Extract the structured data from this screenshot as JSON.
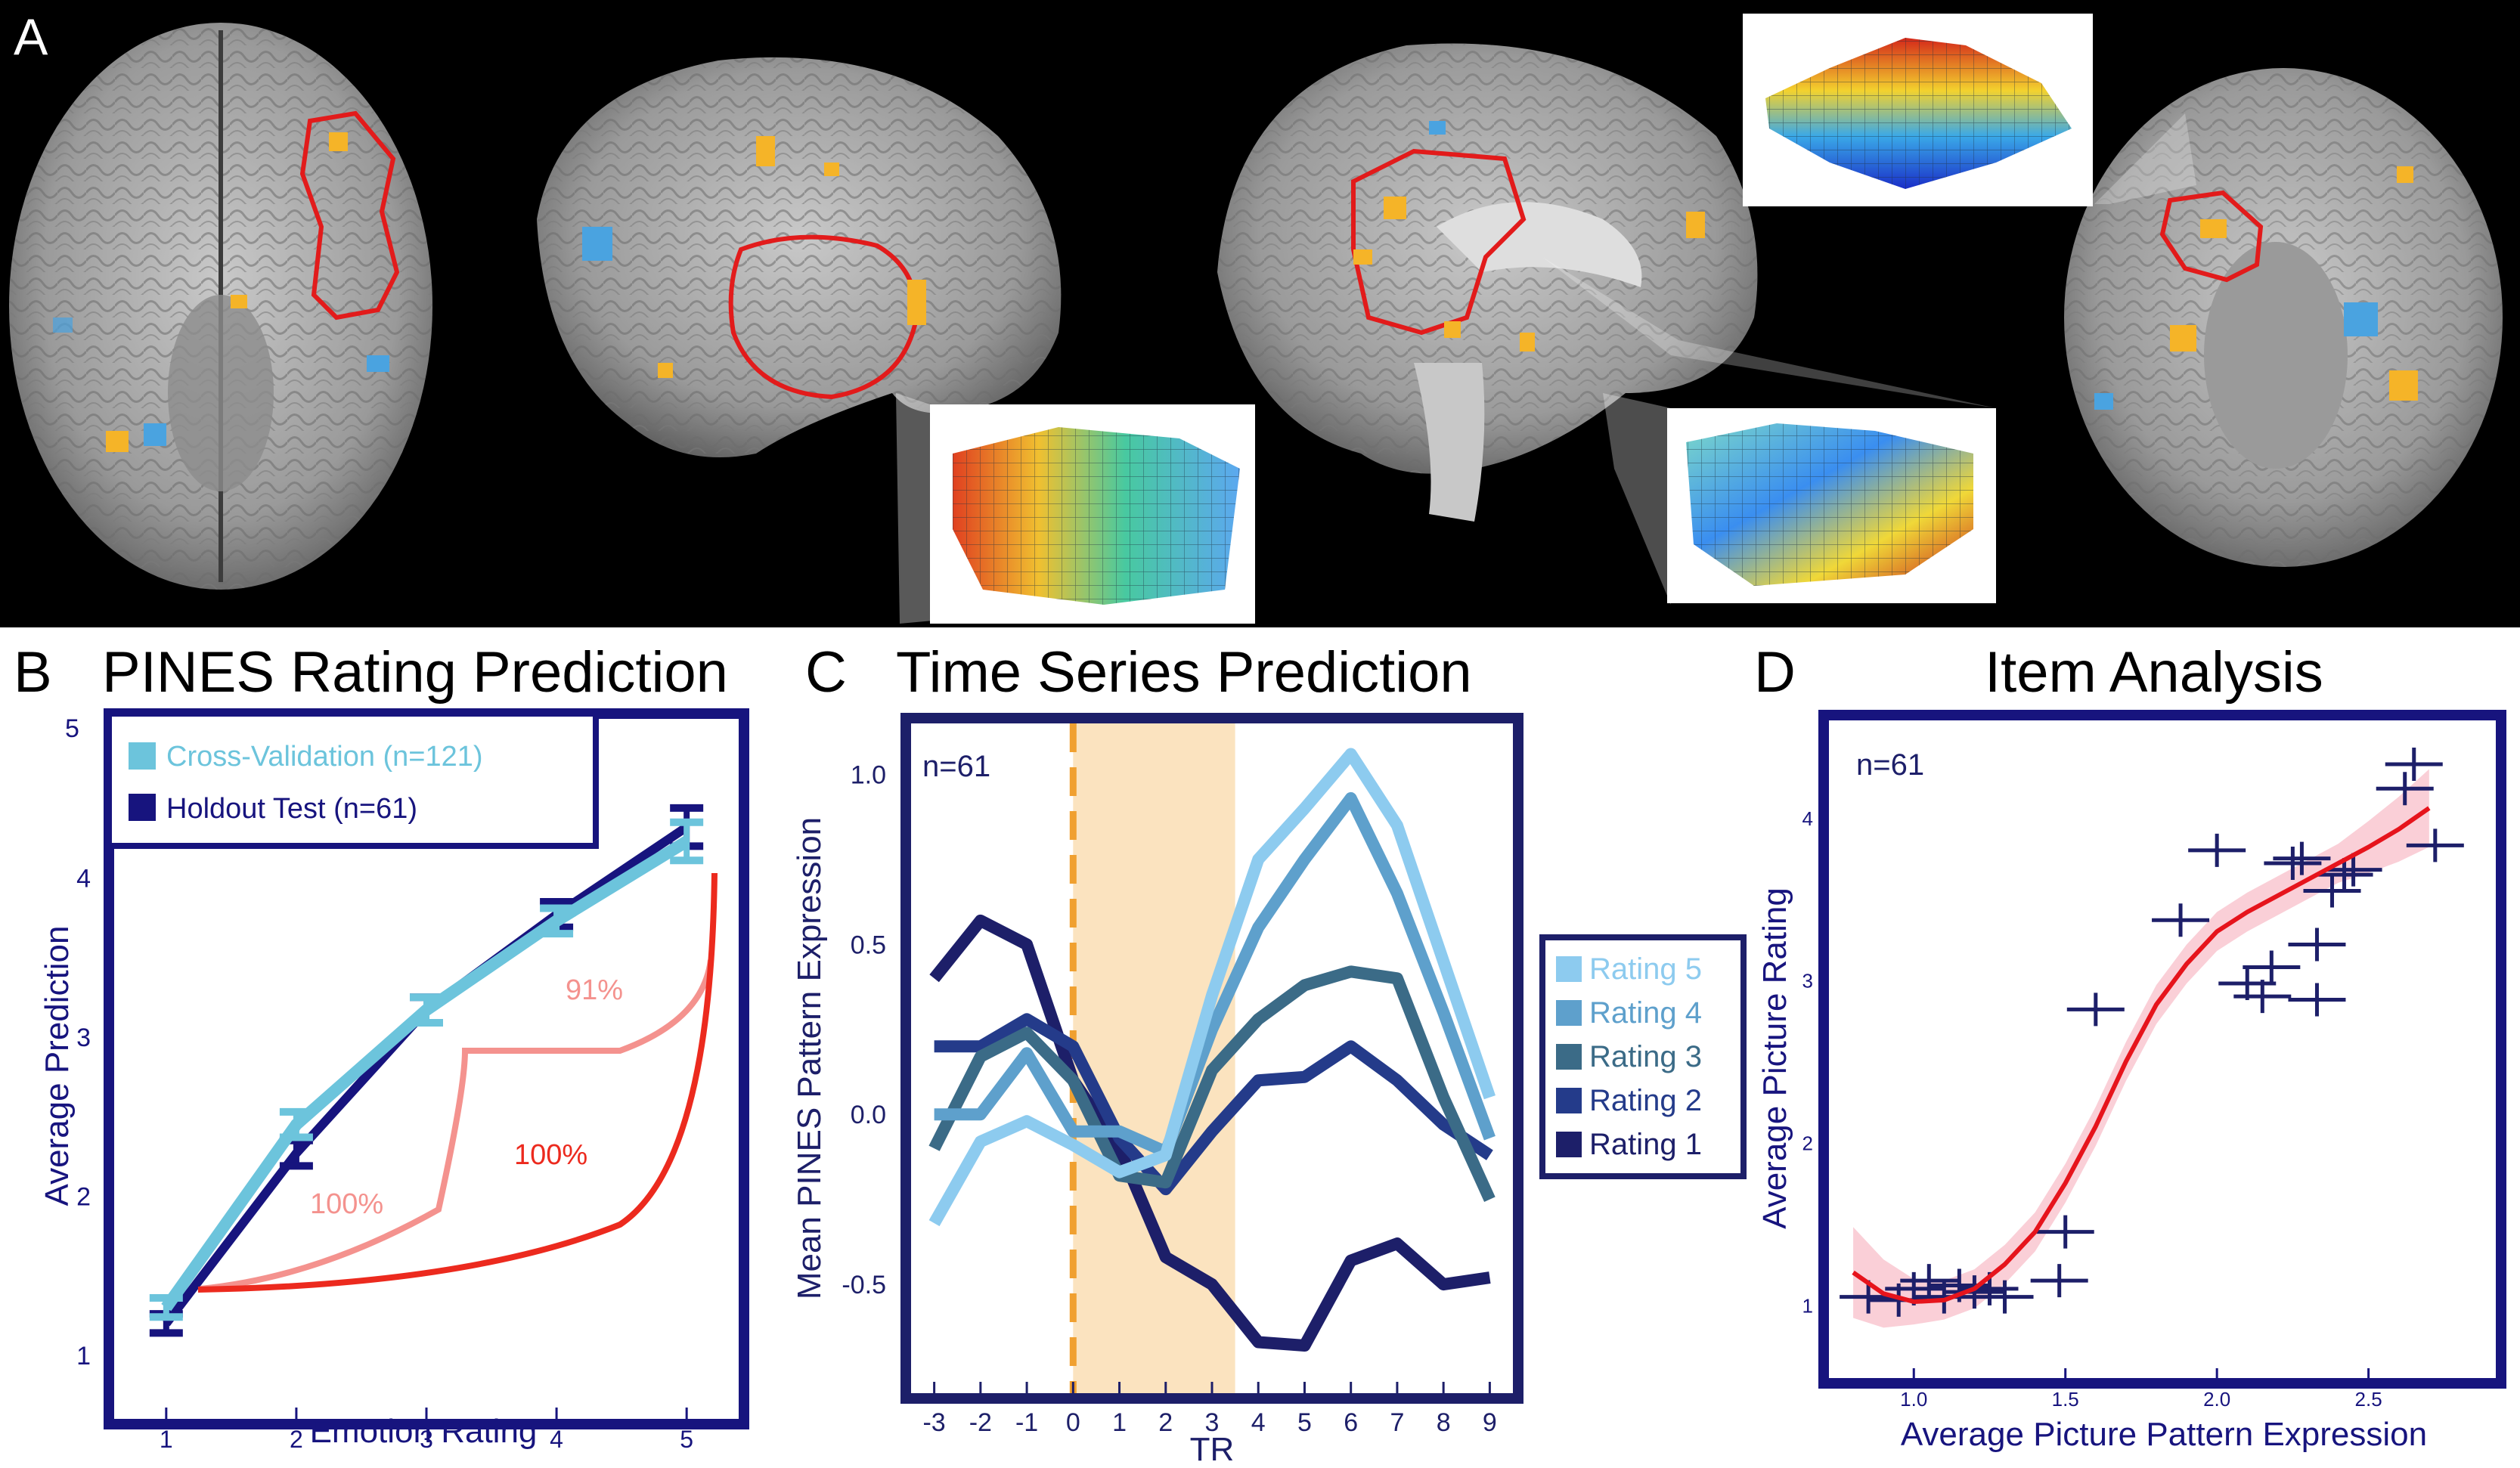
{
  "figure": {
    "panel_a": {
      "letter": "A"
    },
    "panel_b": {
      "letter": "B",
      "title": "PINES Rating Prediction",
      "legend": [
        "Cross-Validation (n=121)",
        "Holdout Test (n=61)"
      ],
      "annotations": [
        "91%",
        "100%",
        "100%"
      ],
      "colors": {
        "cross_validation": "#6cc4dc",
        "holdout": "#17147e",
        "light_red": "#f4928e",
        "red": "#ec2a1e"
      }
    },
    "panel_c": {
      "letter": "C",
      "title": "Time Series Prediction",
      "n_label": "n=61",
      "colors": {
        "rating_5": "#8dcbef",
        "rating_4": "#5ea0cc",
        "rating_3": "#3b6b87",
        "rating_2": "#243b8a",
        "rating_1": "#1d1f69",
        "shade": "#fbe3bf",
        "dashed": "#f0a030"
      }
    },
    "panel_d": {
      "letter": "D",
      "title": "Item Analysis",
      "n_label": "n=61",
      "colors": {
        "fit": "#e6141c",
        "band": "#f9c7d0",
        "points": "#1d1f69"
      }
    }
  },
  "chart_data": [
    {
      "type": "line",
      "panel": "B",
      "xlabel": "Emotion Rating",
      "ylabel": "Average Prediction",
      "xlim": [
        0.6,
        5.4
      ],
      "ylim": [
        0.6,
        5
      ],
      "x_ticks": [
        1,
        2,
        3,
        4,
        5
      ],
      "y_ticks": [
        1,
        2,
        3,
        4,
        5
      ],
      "categories": [
        1,
        2,
        3,
        4,
        5
      ],
      "series": [
        {
          "name": "Cross-Validation (n=121)",
          "values": [
            1.3,
            2.45,
            3.17,
            3.73,
            4.23
          ],
          "errors": [
            0.06,
            0.08,
            0.08,
            0.08,
            0.12
          ]
        },
        {
          "name": "Holdout Test (n=61)",
          "values": [
            1.2,
            2.27,
            3.17,
            3.77,
            4.32
          ],
          "errors": [
            0.06,
            0.08,
            0.08,
            0.08,
            0.12
          ]
        }
      ],
      "legend": "top-left"
    },
    {
      "type": "line",
      "panel": "C",
      "xlabel": "TR",
      "ylabel": "Mean PINES Pattern Expression",
      "xlim": [
        -3.5,
        9.5
      ],
      "ylim": [
        -0.82,
        1.15
      ],
      "x_ticks": [
        -3,
        -2,
        -1,
        0,
        1,
        2,
        3,
        4,
        5,
        6,
        7,
        8,
        9
      ],
      "y_ticks": [
        -0.5,
        0.0,
        0.5,
        1.0
      ],
      "y_tick_labels": [
        "-0.5",
        "0.0",
        "0.5",
        "1.0"
      ],
      "x": [
        -3,
        -2,
        -1,
        0,
        1,
        2,
        3,
        4,
        5,
        6,
        7,
        8,
        9
      ],
      "series": [
        {
          "name": "Rating 5",
          "values": [
            -0.32,
            -0.08,
            -0.02,
            -0.09,
            -0.17,
            -0.12,
            0.35,
            0.75,
            0.9,
            1.06,
            0.85,
            0.45,
            0.05
          ]
        },
        {
          "name": "Rating 4",
          "values": [
            0.0,
            0.0,
            0.18,
            -0.05,
            -0.05,
            -0.11,
            0.25,
            0.55,
            0.75,
            0.93,
            0.65,
            0.3,
            -0.07
          ]
        },
        {
          "name": "Rating 3",
          "values": [
            -0.1,
            0.17,
            0.24,
            0.1,
            -0.18,
            -0.2,
            0.13,
            0.28,
            0.38,
            0.42,
            0.4,
            0.05,
            -0.25
          ]
        },
        {
          "name": "Rating 2",
          "values": [
            0.2,
            0.2,
            0.28,
            0.2,
            -0.07,
            -0.22,
            -0.05,
            0.1,
            0.11,
            0.2,
            0.1,
            -0.03,
            -0.12
          ]
        },
        {
          "name": "Rating 1",
          "values": [
            0.4,
            0.57,
            0.5,
            0.1,
            -0.1,
            -0.42,
            -0.5,
            -0.67,
            -0.68,
            -0.43,
            -0.38,
            -0.5,
            -0.48
          ]
        }
      ],
      "shaded_region": [
        0,
        3.5
      ],
      "dashed_line_x": 0,
      "legend": "right"
    },
    {
      "type": "scatter",
      "panel": "D",
      "xlabel": "Average Picture Pattern Expression",
      "ylabel": "Average Picture Rating",
      "xlim": [
        0.72,
        2.92
      ],
      "ylim": [
        0.55,
        4.6
      ],
      "x_ticks": [
        1.0,
        1.5,
        2.0,
        2.5
      ],
      "x_tick_labels": [
        "1.0",
        "1.5",
        "2.0",
        "2.5"
      ],
      "y_ticks": [
        1,
        2,
        3,
        4
      ],
      "points": [
        {
          "x": 0.85,
          "y": 1.05
        },
        {
          "x": 0.95,
          "y": 1.03
        },
        {
          "x": 1.0,
          "y": 1.1
        },
        {
          "x": 1.05,
          "y": 1.15
        },
        {
          "x": 1.1,
          "y": 1.05
        },
        {
          "x": 1.15,
          "y": 1.12
        },
        {
          "x": 1.2,
          "y": 1.08
        },
        {
          "x": 1.25,
          "y": 1.1
        },
        {
          "x": 1.3,
          "y": 1.05
        },
        {
          "x": 1.48,
          "y": 1.15
        },
        {
          "x": 1.5,
          "y": 1.45
        },
        {
          "x": 1.6,
          "y": 2.82
        },
        {
          "x": 1.88,
          "y": 3.37
        },
        {
          "x": 2.0,
          "y": 3.8
        },
        {
          "x": 2.1,
          "y": 2.98
        },
        {
          "x": 2.15,
          "y": 2.9
        },
        {
          "x": 2.18,
          "y": 3.08
        },
        {
          "x": 2.25,
          "y": 3.72
        },
        {
          "x": 2.28,
          "y": 3.75
        },
        {
          "x": 2.33,
          "y": 2.88
        },
        {
          "x": 2.33,
          "y": 3.22
        },
        {
          "x": 2.38,
          "y": 3.55
        },
        {
          "x": 2.42,
          "y": 3.65
        },
        {
          "x": 2.45,
          "y": 3.68
        },
        {
          "x": 2.62,
          "y": 4.18
        },
        {
          "x": 2.65,
          "y": 4.33
        },
        {
          "x": 2.72,
          "y": 3.83
        }
      ],
      "fit_line": {
        "x": [
          0.8,
          0.9,
          1.0,
          1.1,
          1.2,
          1.3,
          1.4,
          1.5,
          1.6,
          1.7,
          1.8,
          1.9,
          2.0,
          2.1,
          2.2,
          2.3,
          2.4,
          2.5,
          2.6,
          2.7
        ],
        "y": [
          1.2,
          1.07,
          1.02,
          1.03,
          1.1,
          1.25,
          1.45,
          1.75,
          2.1,
          2.5,
          2.85,
          3.1,
          3.3,
          3.42,
          3.52,
          3.62,
          3.72,
          3.82,
          3.93,
          4.06
        ]
      }
    }
  ]
}
